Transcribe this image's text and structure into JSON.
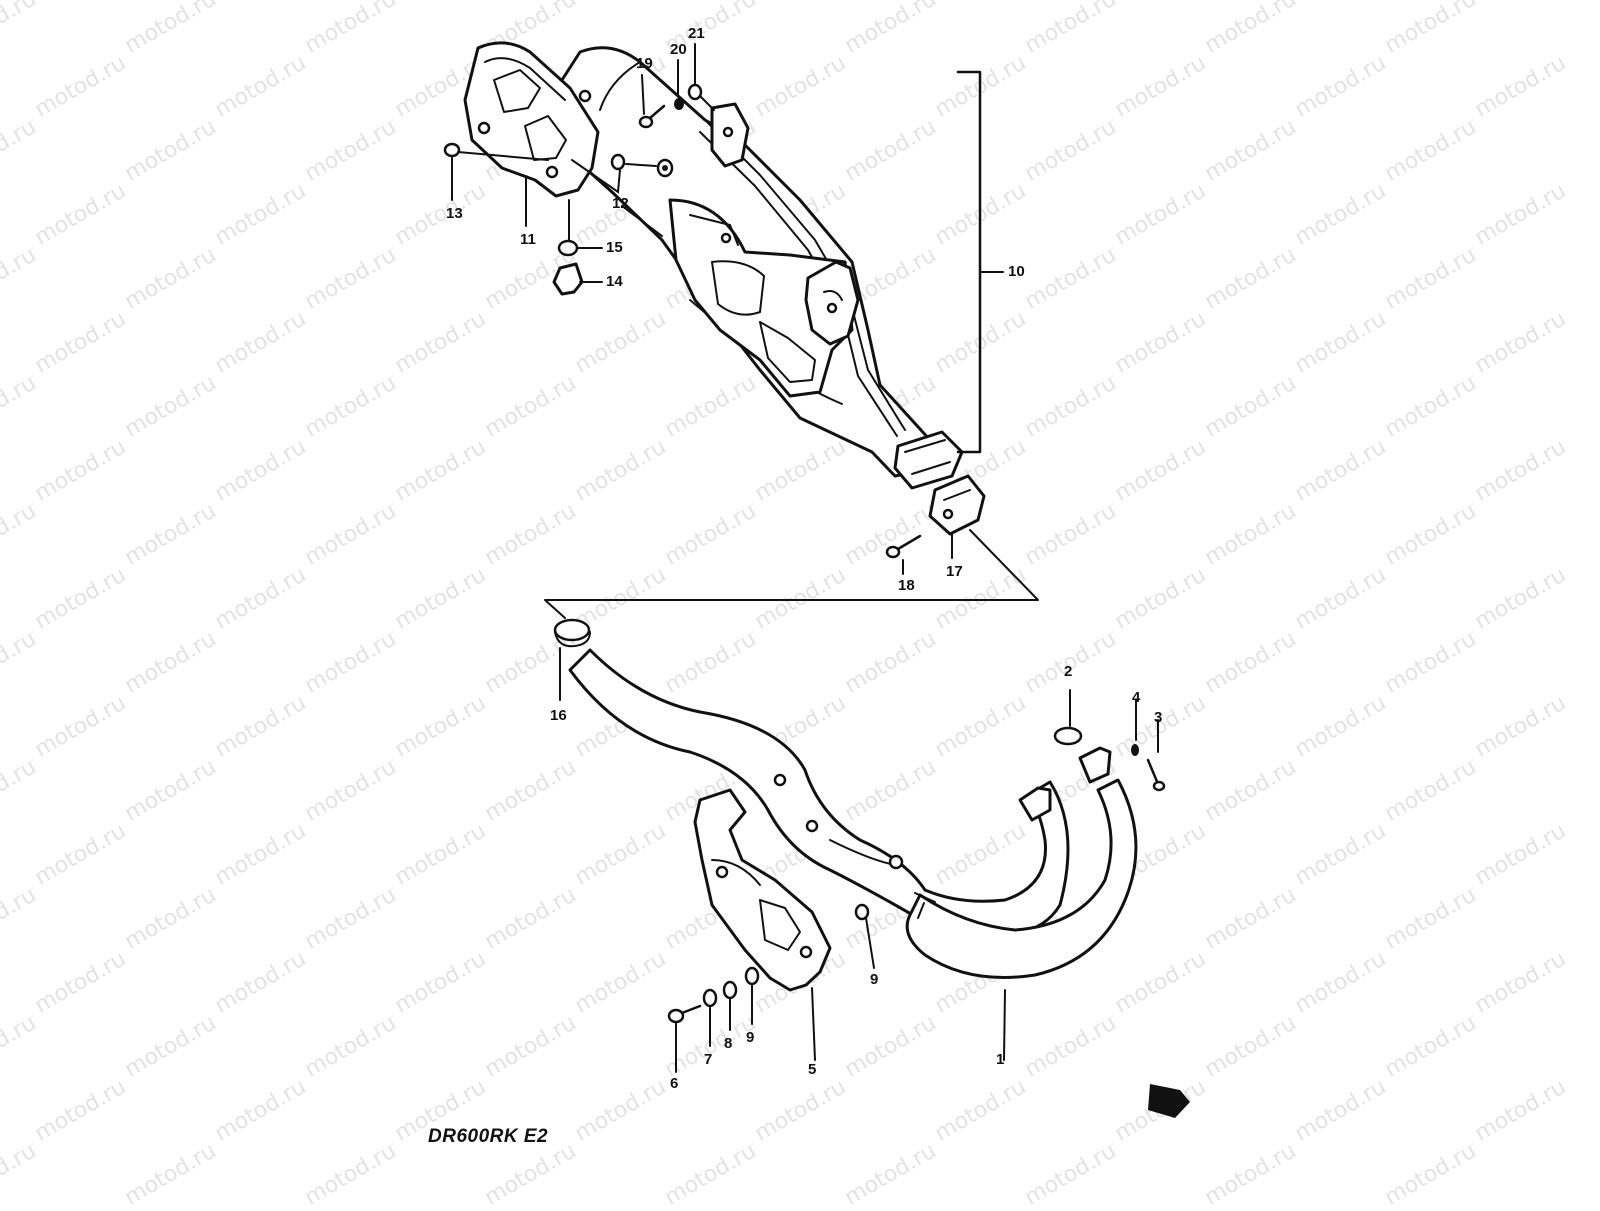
{
  "watermark": "motod.ru",
  "model_code": "DR600RK E2",
  "callouts": [
    {
      "id": "c1",
      "text": "1"
    },
    {
      "id": "c2",
      "text": "2"
    },
    {
      "id": "c3",
      "text": "3"
    },
    {
      "id": "c4",
      "text": "4"
    },
    {
      "id": "c5",
      "text": "5"
    },
    {
      "id": "c6",
      "text": "6"
    },
    {
      "id": "c7",
      "text": "7"
    },
    {
      "id": "c8",
      "text": "8"
    },
    {
      "id": "c9a",
      "text": "9"
    },
    {
      "id": "c9b",
      "text": "9"
    },
    {
      "id": "c10",
      "text": "10"
    },
    {
      "id": "c11",
      "text": "11"
    },
    {
      "id": "c12",
      "text": "12"
    },
    {
      "id": "c13",
      "text": "13"
    },
    {
      "id": "c14",
      "text": "14"
    },
    {
      "id": "c15",
      "text": "15"
    },
    {
      "id": "c16",
      "text": "16"
    },
    {
      "id": "c17",
      "text": "17"
    },
    {
      "id": "c18",
      "text": "18"
    },
    {
      "id": "c19",
      "text": "19"
    },
    {
      "id": "c20",
      "text": "20"
    },
    {
      "id": "c21",
      "text": "21"
    }
  ]
}
